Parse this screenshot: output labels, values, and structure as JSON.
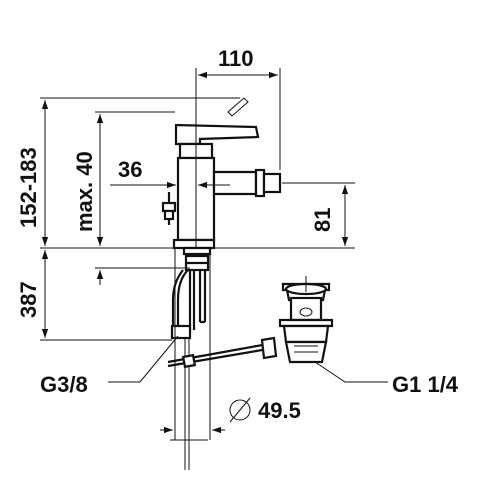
{
  "drawing": {
    "dimensions": {
      "spout_reach": "110",
      "spout_height": "81",
      "body_offset": "36",
      "lever_travel": "max. 40",
      "overall_height": "152-183",
      "below_deck": "387",
      "supply_thread": "G3/8",
      "waste_thread": "G1 1/4",
      "hole_diameter": "49.5",
      "diameter_symbol": "⌀"
    },
    "colors": {
      "line": "#111111",
      "background": "#ffffff"
    }
  }
}
